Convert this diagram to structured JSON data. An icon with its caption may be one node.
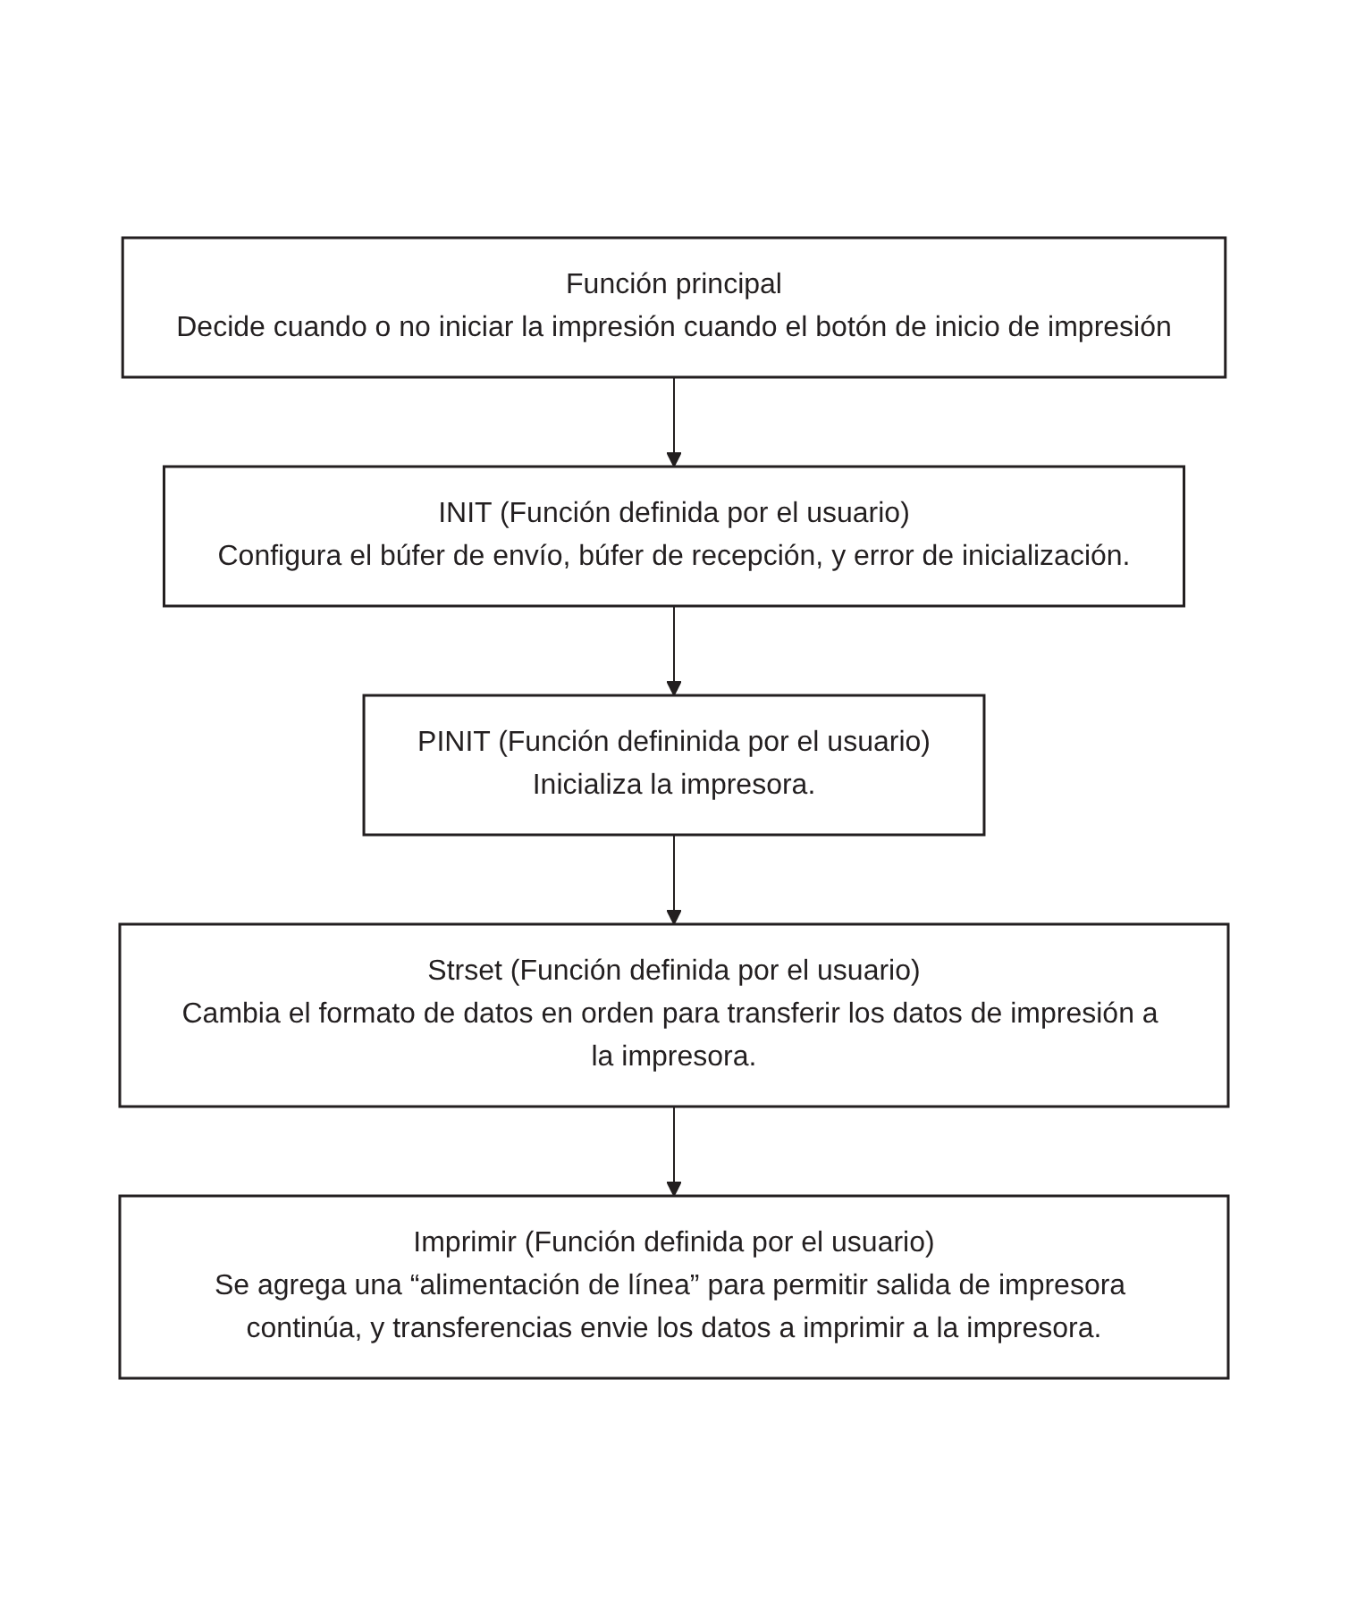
{
  "diagram": {
    "nodes": [
      {
        "text": [
          "Función principal",
          "Decide cuando o no iniciar la impresión cuando el botón de inicio de impresión"
        ]
      },
      {
        "text": [
          "INIT (Función definida por el usuario)",
          "Configura el búfer de envío, búfer de recepción, y error de inicialización."
        ]
      },
      {
        "text": [
          "PINIT (Función defininida por el usuario)",
          "Inicializa la impresora."
        ]
      },
      {
        "text": [
          "Strset (Función definida por el usuario)",
          "Cambia el formato de datos en orden para transferir los datos de impresión a la impresora."
        ]
      },
      {
        "text": [
          "Imprimir (Función definida por el usuario)",
          "Se agrega una “alimentación de línea” para permitir salida de impresora continúa, y transferencias envie los datos a imprimir a la impresora."
        ]
      }
    ],
    "edges": [
      {
        "from": 0,
        "to": 1,
        "arrow": "to"
      },
      {
        "from": 1,
        "to": 2,
        "arrow": "to"
      },
      {
        "from": 2,
        "to": 3,
        "arrow": "to"
      },
      {
        "from": 3,
        "to": 4,
        "arrow": "to"
      }
    ]
  }
}
